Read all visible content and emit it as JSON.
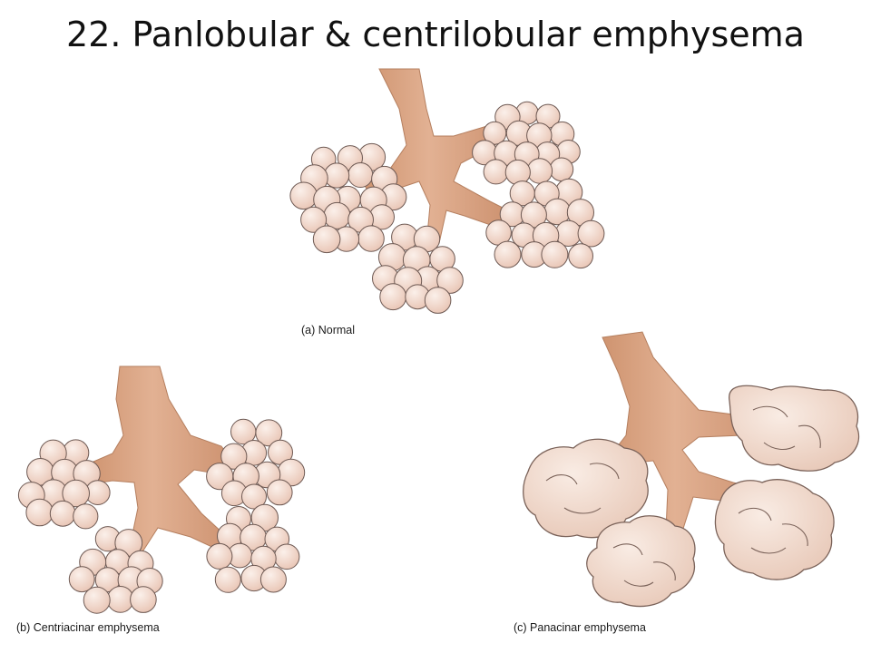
{
  "slide": {
    "title": "22. Panlobular & centrilobular emphysema"
  },
  "figure": {
    "panels": [
      {
        "id": "a",
        "caption": "(a) Normal"
      },
      {
        "id": "b",
        "caption": "(b) Centriacinar emphysema"
      },
      {
        "id": "c",
        "caption": "(c) Panacinar emphysema"
      }
    ]
  },
  "colors": {
    "background": "#ffffff",
    "title_text": "#111111",
    "airway_fill": "#d9a482",
    "airway_shadow": "#c28865",
    "alveolus_fill": "#f3dbd0",
    "alveolus_stroke": "#6e5a54",
    "sac_fill": "#f1dacd"
  }
}
